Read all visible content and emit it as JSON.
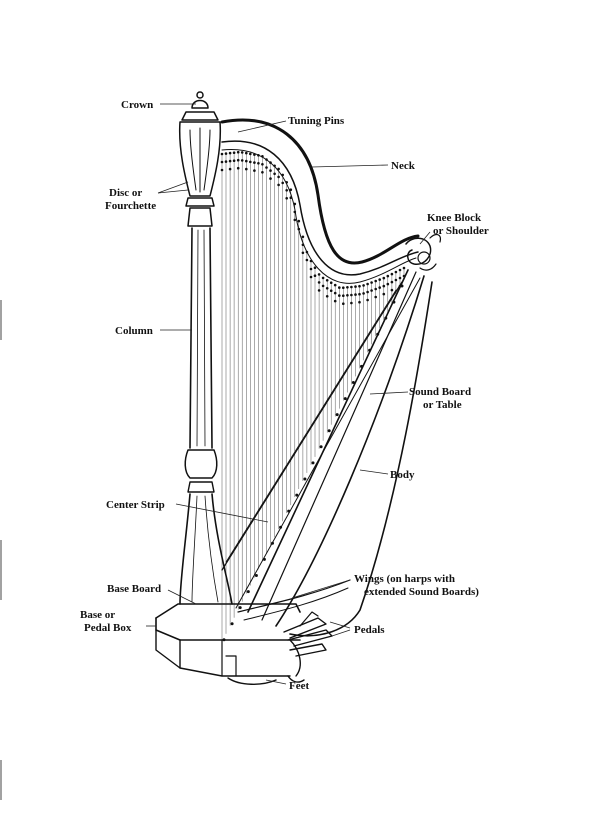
{
  "labels": {
    "crown": "Crown",
    "tuning_pins": "Tuning Pins",
    "neck": "Neck",
    "disc_line1": "Disc  or",
    "disc_line2": "Fourchette",
    "knee_line1": "Knee Block",
    "knee_line2": "or Shoulder",
    "column": "Column",
    "soundboard_line1": "Sound Board",
    "soundboard_line2": "or  Table",
    "body": "Body",
    "center_strip": "Center Strip",
    "wings_line1": "Wings (on harps with",
    "wings_line2": "extended Sound Boards)",
    "base_board": "Base Board",
    "base_line1": "Base  or",
    "base_line2": "Pedal Box",
    "pedals": "Pedals",
    "feet": "Feet"
  },
  "colors": {
    "ink": "#111111",
    "background": "#ffffff"
  }
}
